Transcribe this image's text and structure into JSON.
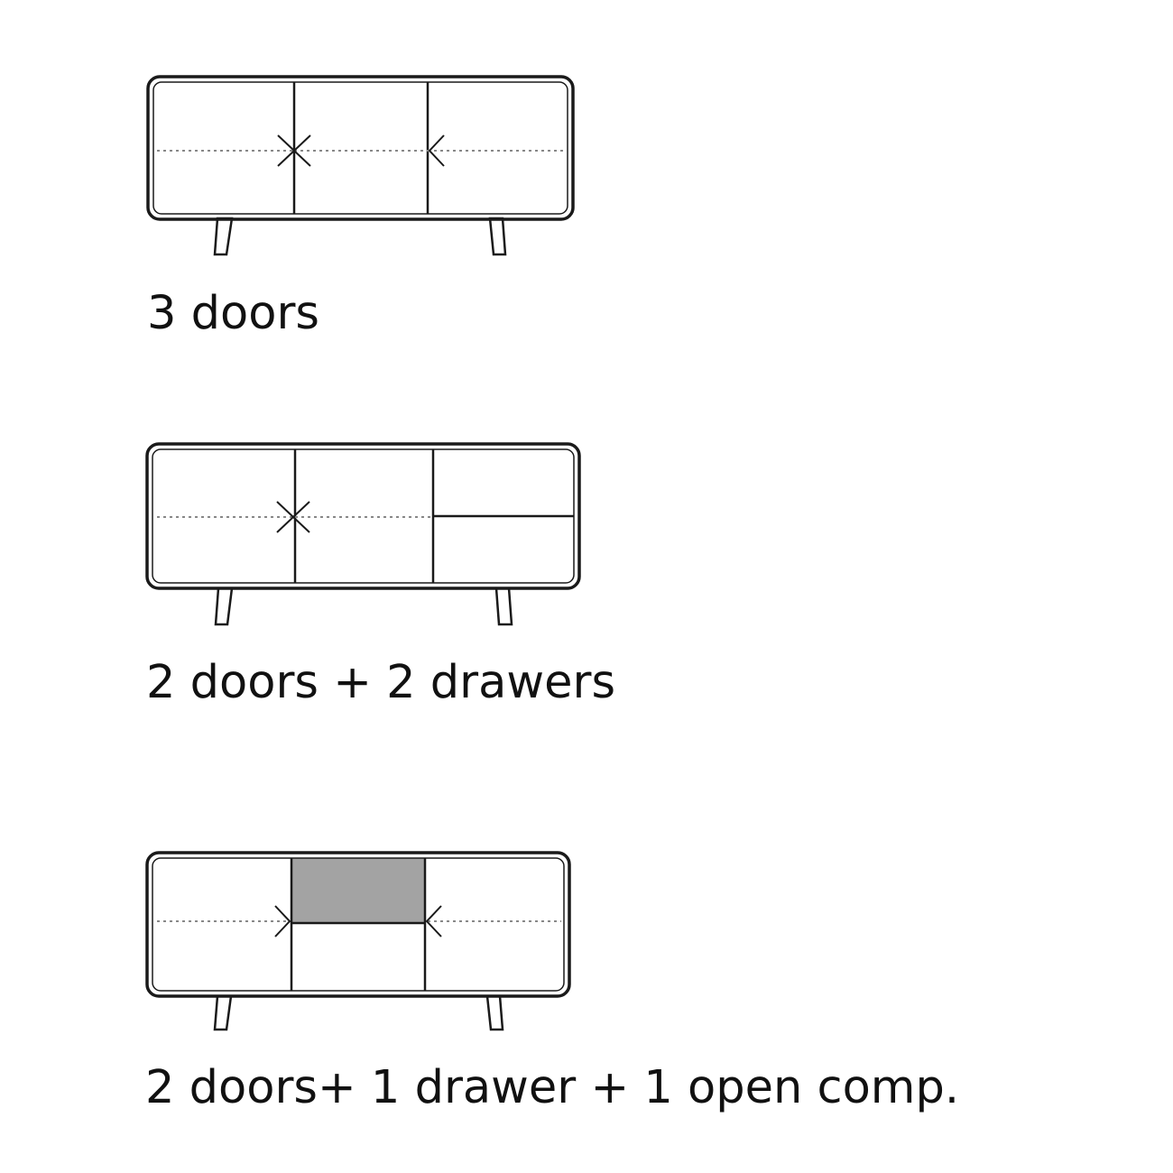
{
  "configurations": [
    {
      "label": "3 doors",
      "layout": "three-doors"
    },
    {
      "label": "2 doors + 2 drawers",
      "layout": "two-doors-two-drawers"
    },
    {
      "label": "2 doors+ 1 drawer + 1 open comp.",
      "layout": "two-doors-drawer-open"
    }
  ],
  "colors": {
    "line": "#1a1a1a",
    "dotted": "#888888",
    "open_compartment": "#a3a3a3",
    "background": "#ffffff"
  }
}
